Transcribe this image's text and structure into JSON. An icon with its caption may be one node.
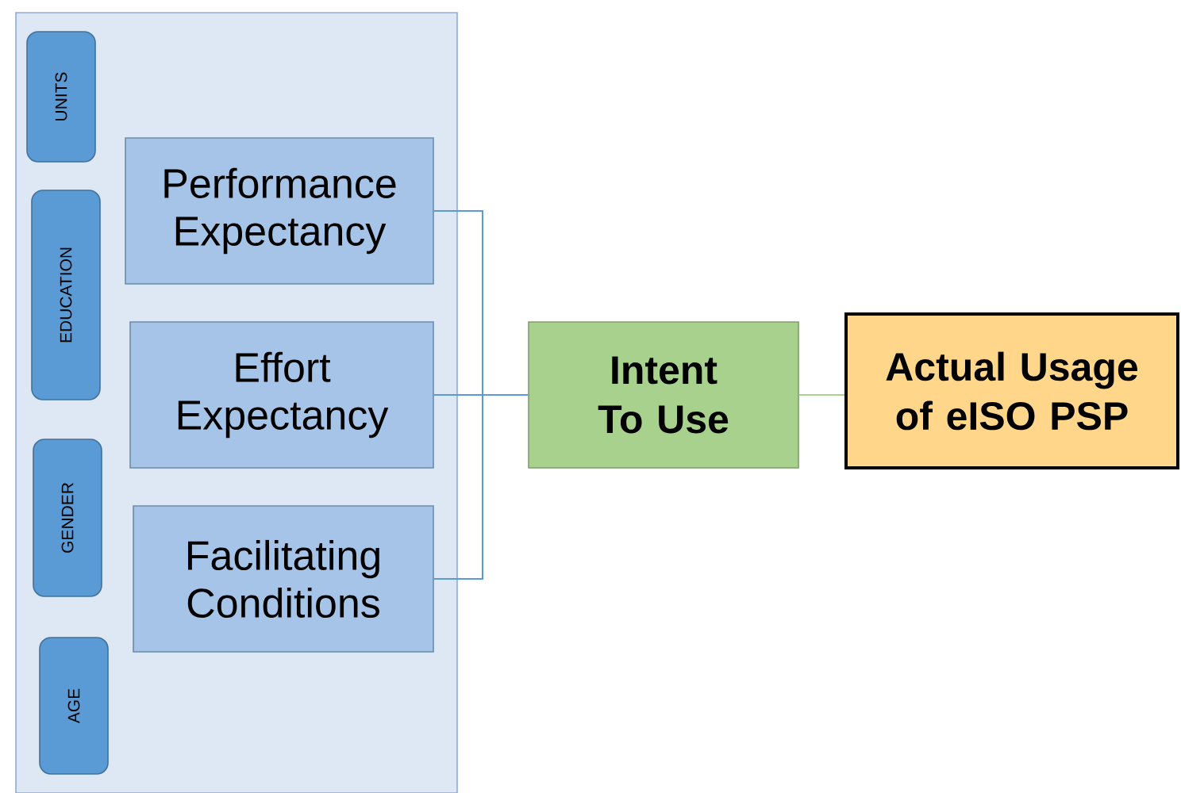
{
  "diagram": {
    "nodes": [
      {
        "text": [],
        "shape": "box"
      },
      {
        "text": [
          "UNITS"
        ],
        "in": 0
      },
      {
        "text": [
          "EDUCATION"
        ],
        "in": 0
      },
      {
        "text": [
          "GENDER"
        ],
        "in": 0
      },
      {
        "text": [
          "AGE"
        ],
        "in": 0
      },
      {
        "text": [
          "Performance Expectancy"
        ],
        "in": 0
      },
      {
        "text": [
          "Effort Expectancy"
        ],
        "in": 0
      },
      {
        "text": [
          "Facilitating Conditions"
        ],
        "in": 0
      },
      {
        "text": [
          "Intent To Use"
        ]
      },
      {
        "text": [
          "Actual Usage of eISO PSP"
        ]
      }
    ],
    "edges": [
      {
        "from": 5,
        "to": 8,
        "arrow": "none"
      },
      {
        "from": 6,
        "to": 8,
        "arrow": "none"
      },
      {
        "from": 7,
        "to": 8,
        "arrow": "none"
      },
      {
        "from": 8,
        "to": 9,
        "arrow": "none",
        "color": "#a9d18e"
      }
    ]
  }
}
